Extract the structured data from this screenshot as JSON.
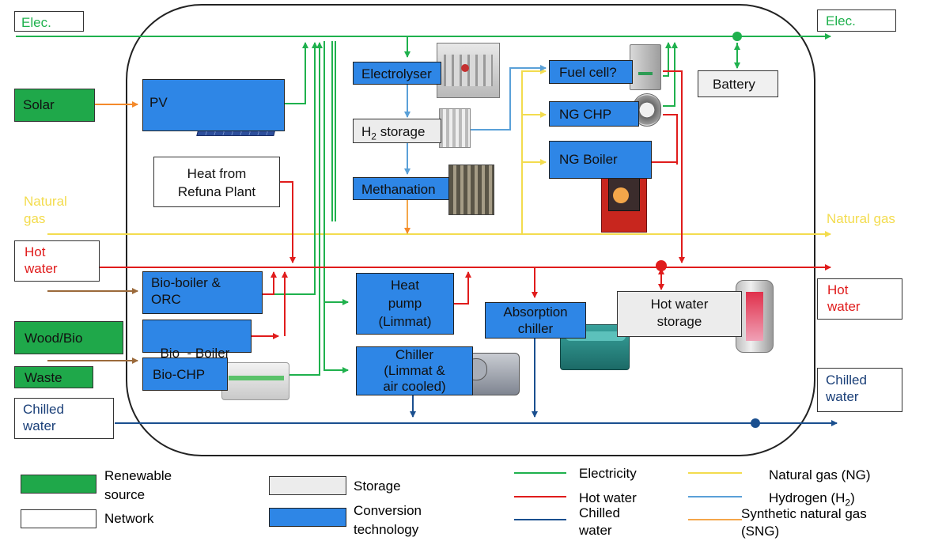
{
  "colors": {
    "electricity": "#1fb14d",
    "hot_water": "#e01c1c",
    "chilled_water": "#1a4f8f",
    "natural_gas": "#f3dc4e",
    "hydrogen": "#5aa0d8",
    "sng": "#f4a64a",
    "biomass": "#9b6a3b",
    "solar": "#f48a2b",
    "renewable_fill": "#1fa84a",
    "conversion_fill": "#2e86e6",
    "storage_fill": "#ececec"
  },
  "external": {
    "elec_in": "Elec.",
    "elec_out": "Elec.",
    "solar": "Solar",
    "natural_gas_in_1": "Natural",
    "natural_gas_in_2": "gas",
    "natural_gas_out": "Natural gas",
    "hot_water_in_1": "Hot",
    "hot_water_in_2": "water",
    "hot_water_out_1": "Hot",
    "hot_water_out_2": "water",
    "wood_bio": "Wood/Bio",
    "waste": "Waste",
    "chilled_in_1": "Chilled",
    "chilled_in_2": "water",
    "chilled_out_1": "Chilled",
    "chilled_out_2": "water"
  },
  "nodes": {
    "pv": "PV",
    "heat_refuna_1": "Heat from",
    "heat_refuna_2": "Refuna Plant",
    "electrolyser": "Electrolyser",
    "h2_storage_prefix": "H",
    "h2_storage_sub": "2",
    "h2_storage_suffix": " storage",
    "methanation": "Methanation",
    "fuel_cell": "Fuel cell?",
    "ng_chp": "NG CHP",
    "ng_boiler": "NG Boiler",
    "battery": "Battery",
    "bio_boiler_orc_1": "Bio-boiler &",
    "bio_boiler_orc_2": "ORC",
    "bio_boiler": "Bio  - Boiler",
    "bio_chp": "Bio-CHP",
    "heat_pump_1": "Heat",
    "heat_pump_2": "pump",
    "heat_pump_3": "(Limmat)",
    "absorption_1": "Absorption",
    "absorption_2": "chiller",
    "hot_storage_1": "Hot water",
    "hot_storage_2": "storage",
    "chiller_1": "Chiller",
    "chiller_2": "(Limmat &",
    "chiller_3": "air cooled)"
  },
  "legend": {
    "renewable_1": "Renewable",
    "renewable_2": "source",
    "network": "Network",
    "storage": "Storage",
    "conversion_1": "Conversion",
    "conversion_2": "technology",
    "electricity": "Electricity",
    "hot_water": "Hot water",
    "chilled_1": "Chilled",
    "chilled_2": "water",
    "natural_gas": "Natural gas (NG)",
    "hydrogen_prefix": "Hydrogen (H",
    "hydrogen_sub": "2",
    "hydrogen_suffix": ")",
    "sng_1": "Synthetic natural gas",
    "sng_2": "(SNG)"
  }
}
